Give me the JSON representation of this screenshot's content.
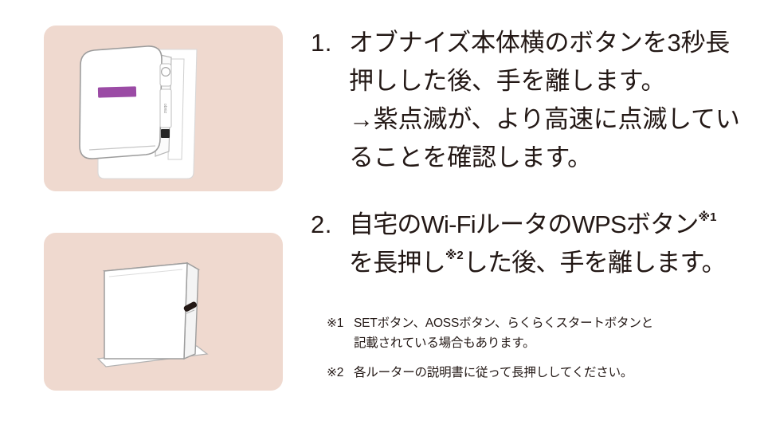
{
  "page": {
    "background": "#ffffff",
    "text_color": "#231815",
    "panel_color": "#EFD9CF",
    "led_color": "#9B4BA5"
  },
  "steps": [
    {
      "number": "1.",
      "lines": [
        "オブナイズ本体横のボタンを3秒長",
        "押しした後、手を離します。",
        "→紫点滅が、より高速に点滅してい",
        "ることを確認します。"
      ]
    },
    {
      "number": "2.",
      "line1_a": "自宅のWi-FiルータのWPSボタン",
      "line1_sup": "※1",
      "line2_a": "を長押し",
      "line2_sup": "※2",
      "line2_b": "した後、手を離します。"
    }
  ],
  "footnotes": [
    {
      "mark": "※1",
      "text": "SETボタン、AOSSボタン、らくらくスタートボタンと\n記載されている場合もあります。"
    },
    {
      "mark": "※2",
      "text": "各ルーターの説明書に従って長押ししてください。"
    }
  ],
  "illustrations": [
    {
      "name": "obniz-device-on-wall-plate",
      "alt": "白い壁プレートに取り付けられたオブナイズ本体。紫色のLEDが点灯し、側面にボタンとポートがある。"
    },
    {
      "name": "wifi-router-box",
      "alt": "スタンドに立てられた白い箱型のWi-Fiルータ。右側面に小さなWPSボタンがある。"
    }
  ]
}
